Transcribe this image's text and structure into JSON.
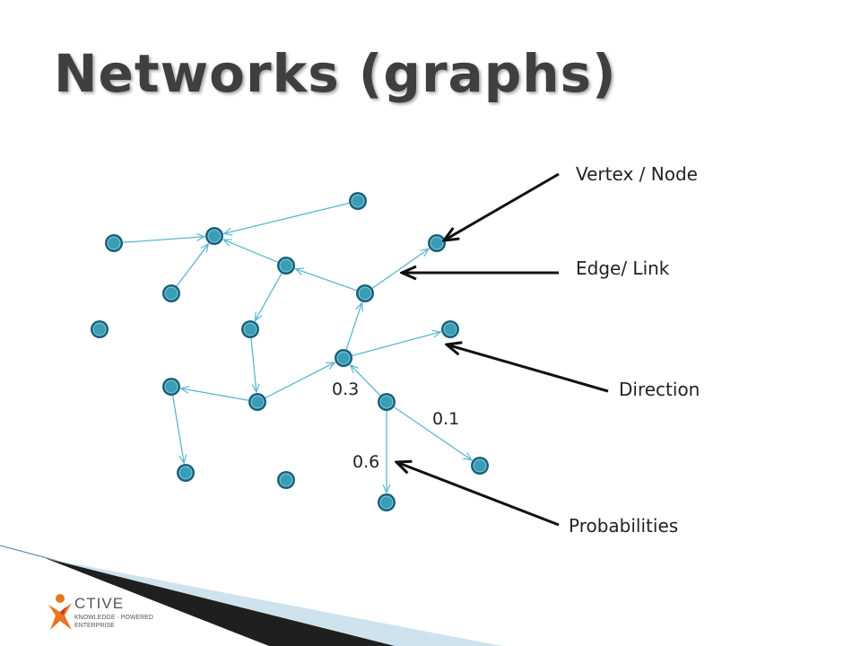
{
  "slide": {
    "title": "Networks (graphs)"
  },
  "callouts": {
    "vertex": "Vertex / Node",
    "edge": "Edge/ Link",
    "direction": "Direction",
    "probabilities": "Probabilities"
  },
  "edge_weights": [
    "0.3",
    "0.1",
    "0.6"
  ],
  "logo": {
    "word": "CTIVE",
    "tagline_line1": "KNOWLEDGE · POWERED",
    "tagline_line2": "ENTERPRISE"
  },
  "colors": {
    "node_fill": "#3a9db5",
    "node_ring": "#1a5f7a",
    "edge": "#5ab8cf",
    "title": "#3f3f3f"
  }
}
